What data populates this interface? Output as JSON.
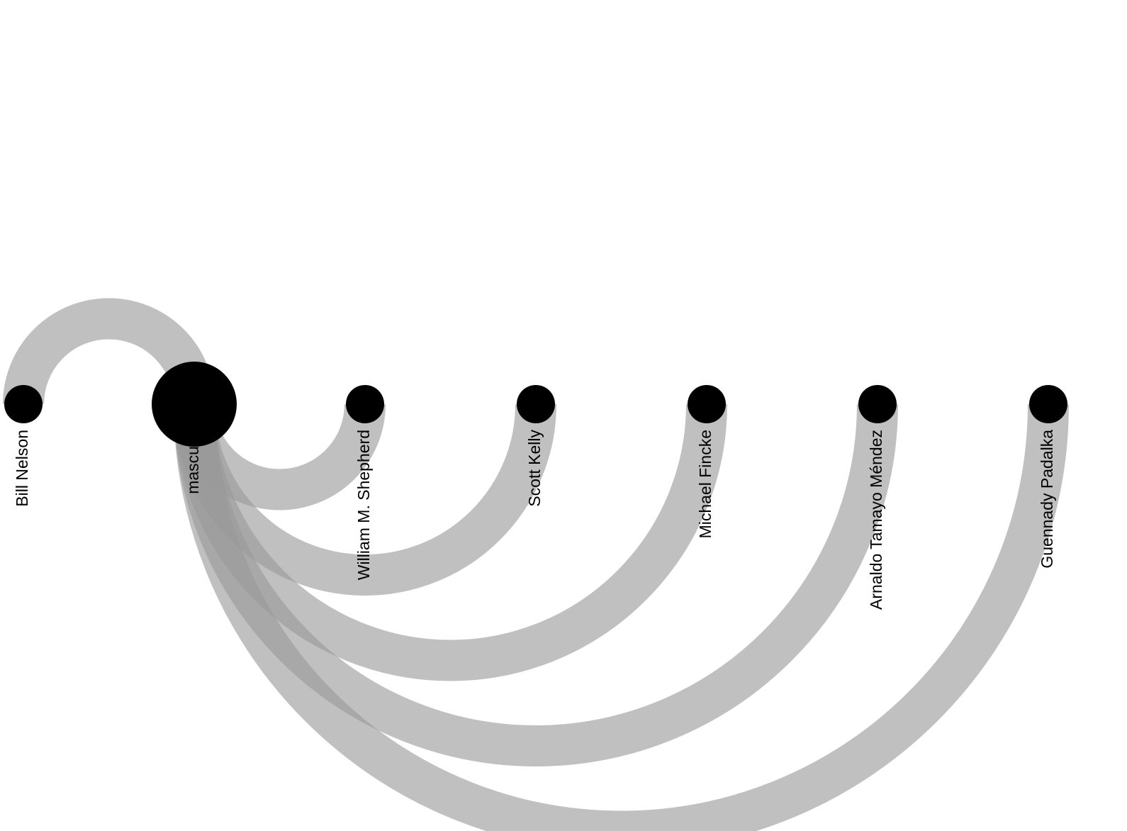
{
  "diagram": {
    "type": "arc-diagram",
    "node_color": "#000000",
    "link_color": "#999999",
    "background": "#ffffff",
    "nodes": [
      {
        "id": "bill-nelson",
        "label": "Bill Nelson"
      },
      {
        "id": "masculin",
        "label": "masculin"
      },
      {
        "id": "william-m-shepherd",
        "label": "William M. Shepherd"
      },
      {
        "id": "scott-kelly",
        "label": "Scott Kelly"
      },
      {
        "id": "michael-fincke",
        "label": "Michael Fincke"
      },
      {
        "id": "arnaldo-tamayo-mendez",
        "label": "Arnaldo Tamayo Méndez"
      },
      {
        "id": "guennady-padalka",
        "label": "Guennady Padalka"
      }
    ],
    "links": [
      {
        "source": "bill-nelson",
        "target": "masculin"
      },
      {
        "source": "masculin",
        "target": "william-m-shepherd"
      },
      {
        "source": "masculin",
        "target": "scott-kelly"
      },
      {
        "source": "masculin",
        "target": "michael-fincke"
      },
      {
        "source": "masculin",
        "target": "arnaldo-tamayo-mendez"
      },
      {
        "source": "masculin",
        "target": "guennady-padalka"
      }
    ]
  }
}
